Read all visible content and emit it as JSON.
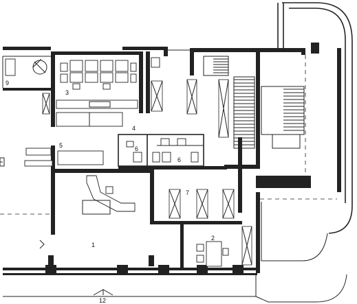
{
  "labels": {
    "room_1": "1",
    "room_2": "2",
    "room_3": "3",
    "room_4": "4",
    "room_5": "5",
    "room_6a": "6",
    "room_6b": "6",
    "room_7": "7",
    "room_9": "9",
    "section_marker": "12"
  }
}
